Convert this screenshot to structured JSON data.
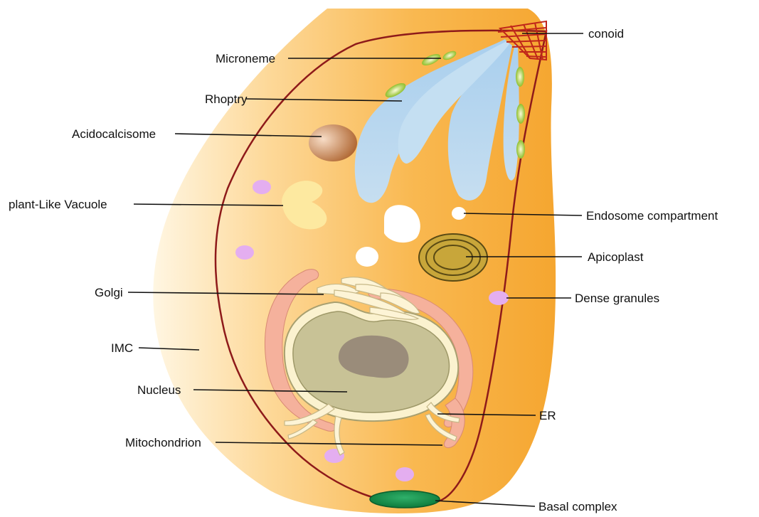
{
  "diagram": {
    "subject": "apicomplexan parasite cell",
    "colors": {
      "cytoplasm_outer": "#fbd58e",
      "cytoplasm_inner": "#f7ac3c",
      "membrane": "#8e1a1a",
      "rhoptry": "#b9d8ee",
      "microneme": "#9ec43a",
      "acidocalcisome": "#b06a34",
      "plant_like_vacuole": "#fde9a0",
      "dense_granule": "#e4aef0",
      "apicoplast": "#c8a63a",
      "nucleus": "#c8c296",
      "nucleolus": "#9a8c7a",
      "er": "#f5b19c",
      "golgi": "#fdf4d6",
      "basal_complex": "#17924d"
    },
    "labels": {
      "conoid": "conoid",
      "microneme": "Microneme",
      "rhoptry": "Rhoptry",
      "acidocalcisome": "Acidocalcisome",
      "plant_like_vacuole": "plant-Like Vacuole",
      "endosome": "Endosome compartment",
      "apicoplast": "Apicoplast",
      "golgi": "Golgi",
      "dense_granules": "Dense granules",
      "imc": "IMC",
      "nucleus": "Nucleus",
      "er": "ER",
      "mitochondrion": "Mitochondrion",
      "basal_complex": "Basal complex"
    }
  }
}
